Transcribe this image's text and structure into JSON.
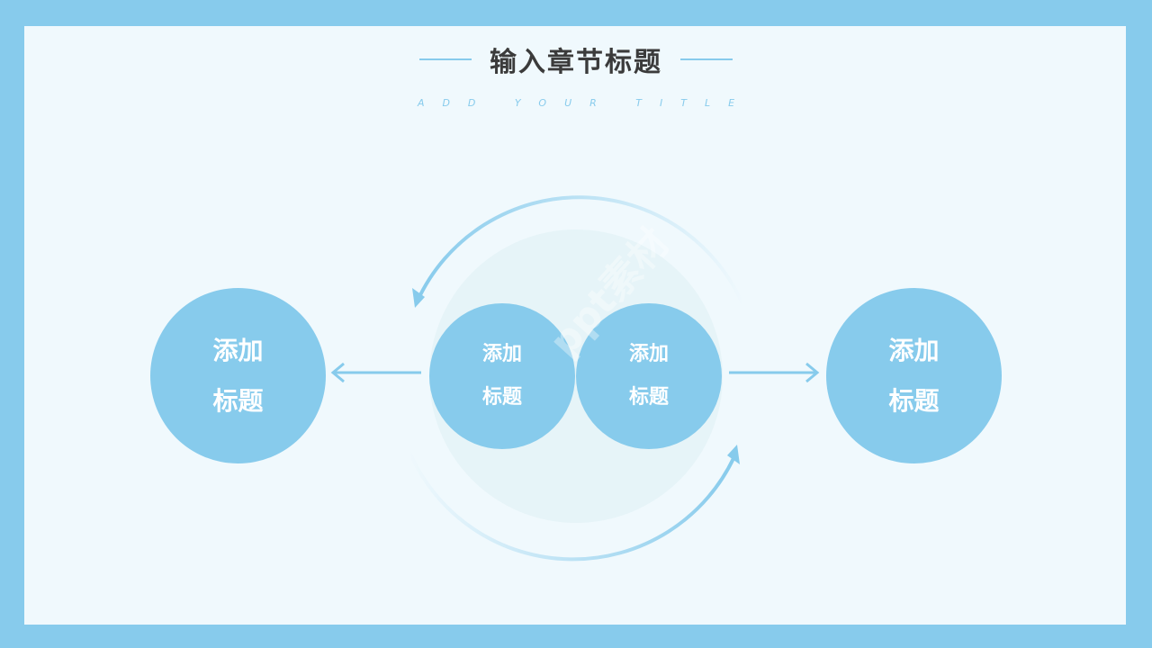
{
  "header": {
    "title": "输入章节标题",
    "subtitle": "ADD YOUR TITLE"
  },
  "nodes": {
    "left": {
      "line1": "添加",
      "line2": "标题"
    },
    "center_left": {
      "line1": "添加",
      "line2": "标题"
    },
    "center_right": {
      "line1": "添加",
      "line2": "标题"
    },
    "right": {
      "line1": "添加",
      "line2": "标题"
    }
  },
  "watermark": "ppt素材",
  "colors": {
    "frame": "#87cbec",
    "background": "#f0f9fd",
    "node": "#87cbec",
    "title_text": "#3b3b3b",
    "halo": "#e6f4f8"
  }
}
